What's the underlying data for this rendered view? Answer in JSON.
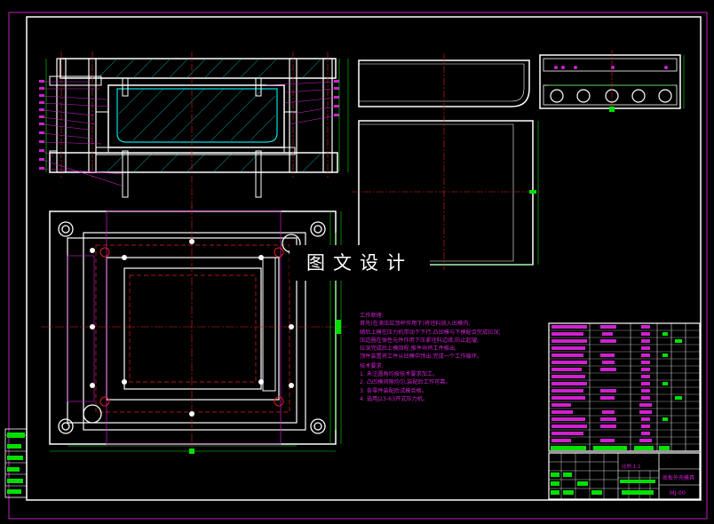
{
  "watermark": "图文设计",
  "drawing": {
    "number": "MJ-00",
    "title": "底板外壳模具",
    "scale": "比例 1:1"
  },
  "notes": {
    "title": "工作原理:",
    "lines": [
      "首先(在液压缸顶杆作用下)将坯料放入凹模内,",
      "随后上模在压力机带动下下行,凸凹模与下模配合完成拉深;",
      "压边圈在弹性元件作用下压紧坯料边缘,防止起皱;",
      "拉深完成后上模回程,推件块将工件推出,",
      "顶件装置将工件从凹模中顶出,完成一个工作循环。"
    ],
    "tech_title": "技术要求:",
    "tech": [
      "1. 未注圆角均按技术要求加工。",
      "2. 凸凹模间隙均匀,装配后工作可靠。",
      "3. 各零件装配后试模合格。",
      "4. 选用J23-63开式压力机。"
    ]
  }
}
